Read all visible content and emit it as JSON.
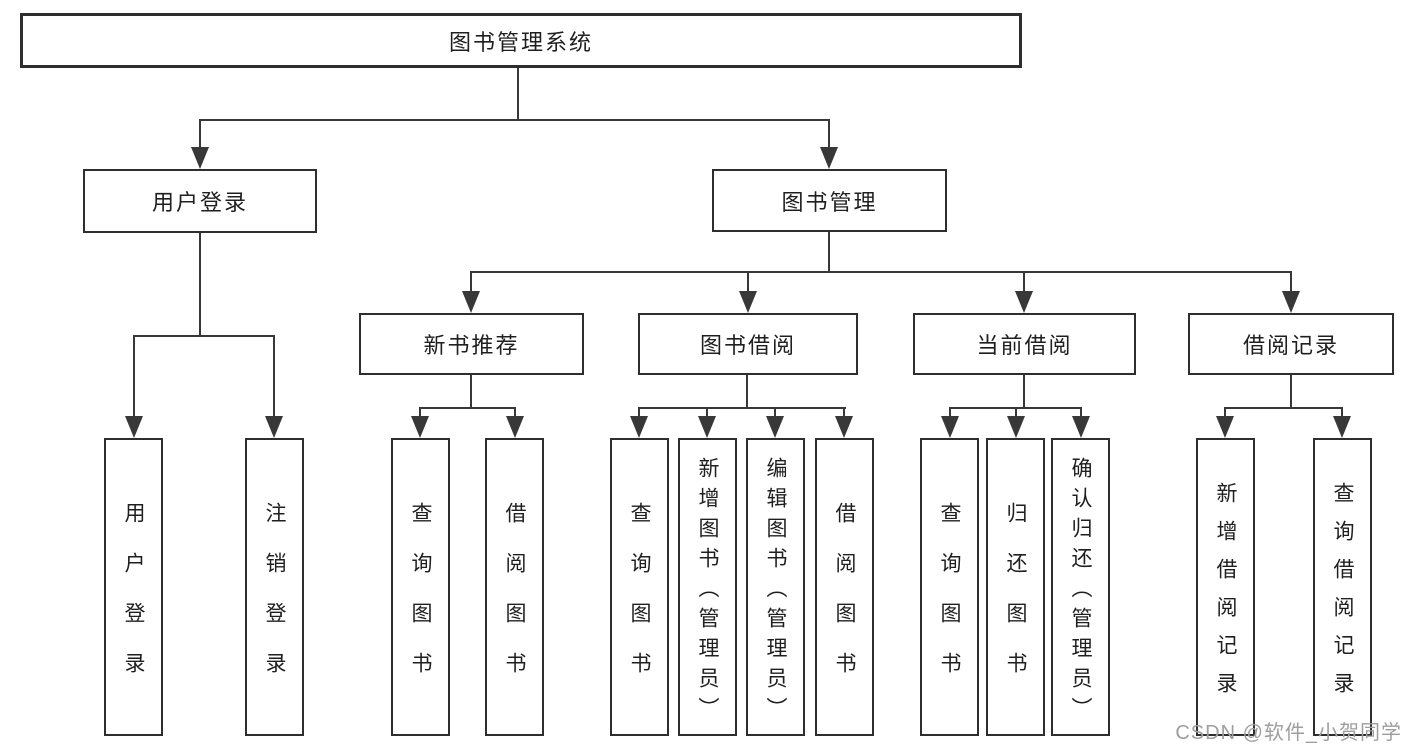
{
  "diagram": {
    "type": "hierarchy-tree",
    "title": "图书管理系统",
    "colors": {
      "background": "#ffffff",
      "line": "#383838",
      "box_border": "#2e2e2e",
      "text": "#1f1f1f",
      "watermark": "#9e9e9e"
    },
    "watermark": "CSDN @软件_小贺同学",
    "nodes": {
      "root": {
        "label": "图书管理系统"
      },
      "user_login": {
        "label": "用户登录"
      },
      "book_management": {
        "label": "图书管理"
      },
      "new_book_recommend": {
        "label": "新书推荐"
      },
      "book_borrowing": {
        "label": "图书借阅"
      },
      "current_borrowing": {
        "label": "当前借阅"
      },
      "borrowing_records": {
        "label": "借阅记录"
      },
      "login": {
        "label": "用户登录"
      },
      "logout": {
        "label": "注销登录"
      },
      "nbr_query_books": {
        "label": "查询图书"
      },
      "nbr_borrow_books": {
        "label": "借阅图书"
      },
      "bb_query_books": {
        "label": "查询图书"
      },
      "bb_add_books_admin": {
        "label": "新增图书（管理员）"
      },
      "bb_edit_books_admin": {
        "label": "编辑图书（管理员）"
      },
      "bb_borrow_books": {
        "label": "借阅图书"
      },
      "cb_query_books": {
        "label": "查询图书"
      },
      "cb_return_books": {
        "label": "归还图书"
      },
      "cb_confirm_return_admin": {
        "label": "确认归还（管理员）"
      },
      "br_add_record": {
        "label": "新增借阅记录"
      },
      "br_query_record": {
        "label": "查询借阅记录"
      }
    },
    "hierarchy": {
      "root": [
        "user_login",
        "book_management"
      ],
      "user_login": [
        "login",
        "logout"
      ],
      "book_management": [
        "new_book_recommend",
        "book_borrowing",
        "current_borrowing",
        "borrowing_records"
      ],
      "new_book_recommend": [
        "nbr_query_books",
        "nbr_borrow_books"
      ],
      "book_borrowing": [
        "bb_query_books",
        "bb_add_books_admin",
        "bb_edit_books_admin",
        "bb_borrow_books"
      ],
      "current_borrowing": [
        "cb_query_books",
        "cb_return_books",
        "cb_confirm_return_admin"
      ],
      "borrowing_records": [
        "br_add_record",
        "br_query_record"
      ]
    }
  }
}
